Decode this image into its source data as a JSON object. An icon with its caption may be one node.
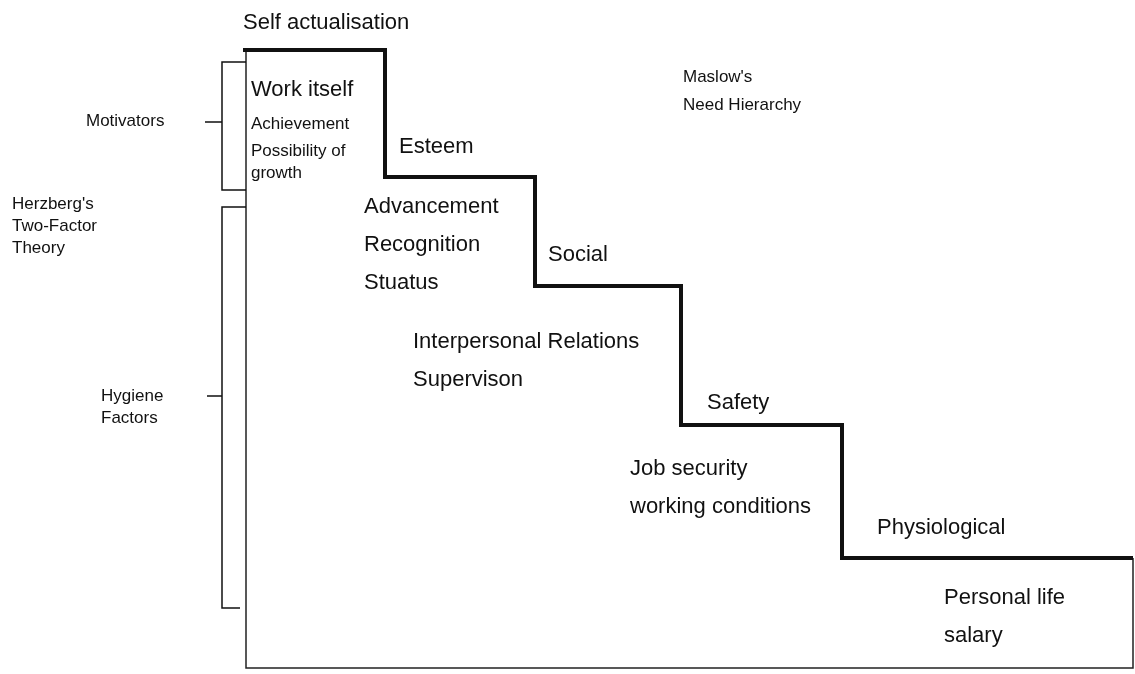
{
  "diagram": {
    "labels": [
      "Self actualisation",
      "Maslow's",
      "Need Hierarchy",
      "Work itself",
      "Motivators",
      "Achievement",
      "Possibility of growth",
      "Esteem",
      "Herzberg's Two-Factor Theory",
      "Advancement",
      "Recognition",
      "Stuatus",
      "Social",
      "Interpersonal Relations",
      "Supervison",
      "Hygiene Factors",
      "Safety",
      "Job security",
      "working conditions",
      "Physiological",
      "Personal life",
      "salary"
    ]
  }
}
